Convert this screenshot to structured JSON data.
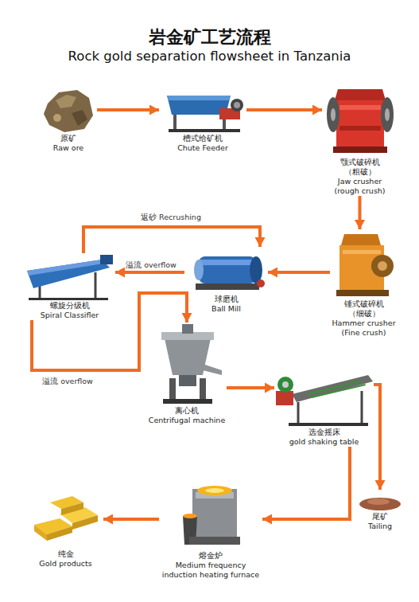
{
  "diagram": {
    "title": "岩金矿工艺流程",
    "nodes": [
      {
        "text": [
          "原矿",
          "Raw ore"
        ]
      },
      {
        "text": [
          "槽式给矿机",
          "Chute Feeder"
        ]
      },
      {
        "text": [
          "颚式破碎机",
          "（粗破）",
          "Jaw crusher",
          "(rough crush)"
        ]
      },
      {
        "text": [
          "锤式破碎机",
          "（细破）",
          "Hammer crusher",
          "(Fine crush)"
        ]
      },
      {
        "text": [
          "球磨机",
          "Ball Mill"
        ]
      },
      {
        "text": [
          "螺旋分级机",
          "Spiral Classifler"
        ]
      },
      {
        "text": [
          "离心机",
          "Centrifugal machine"
        ]
      },
      {
        "text": [
          "选金摇床",
          "gold shaking table"
        ]
      },
      {
        "text": [
          "尾矿",
          "Tailing"
        ]
      },
      {
        "text": [
          "熔金炉",
          "Medium frequency induction heating furnace"
        ]
      },
      {
        "text": [
          "纯金",
          "Gold products"
        ]
      }
    ],
    "edges": [
      {
        "from": 0,
        "to": 1,
        "arrow": "to"
      },
      {
        "from": 1,
        "to": 2,
        "arrow": "to"
      },
      {
        "from": 2,
        "to": 3,
        "arrow": "to"
      },
      {
        "from": 3,
        "to": 4,
        "arrow": "to"
      },
      {
        "from": 4,
        "to": 5,
        "label": "溢流 overflow",
        "arrow": "to"
      },
      {
        "from": 5,
        "to": 4,
        "label": "返砂 Recrushing",
        "arrow": "to"
      },
      {
        "from": 5,
        "to": 6,
        "label": "溢流 overflow",
        "arrow": "to"
      },
      {
        "from": 6,
        "to": 7,
        "arrow": "to"
      },
      {
        "from": 7,
        "to": 8,
        "arrow": "to"
      },
      {
        "from": 7,
        "to": 9,
        "arrow": "to"
      },
      {
        "from": 9,
        "to": 10,
        "arrow": "to"
      }
    ],
    "labels": [
      "Rock gold separation flowsheet in Tanzania"
    ]
  }
}
